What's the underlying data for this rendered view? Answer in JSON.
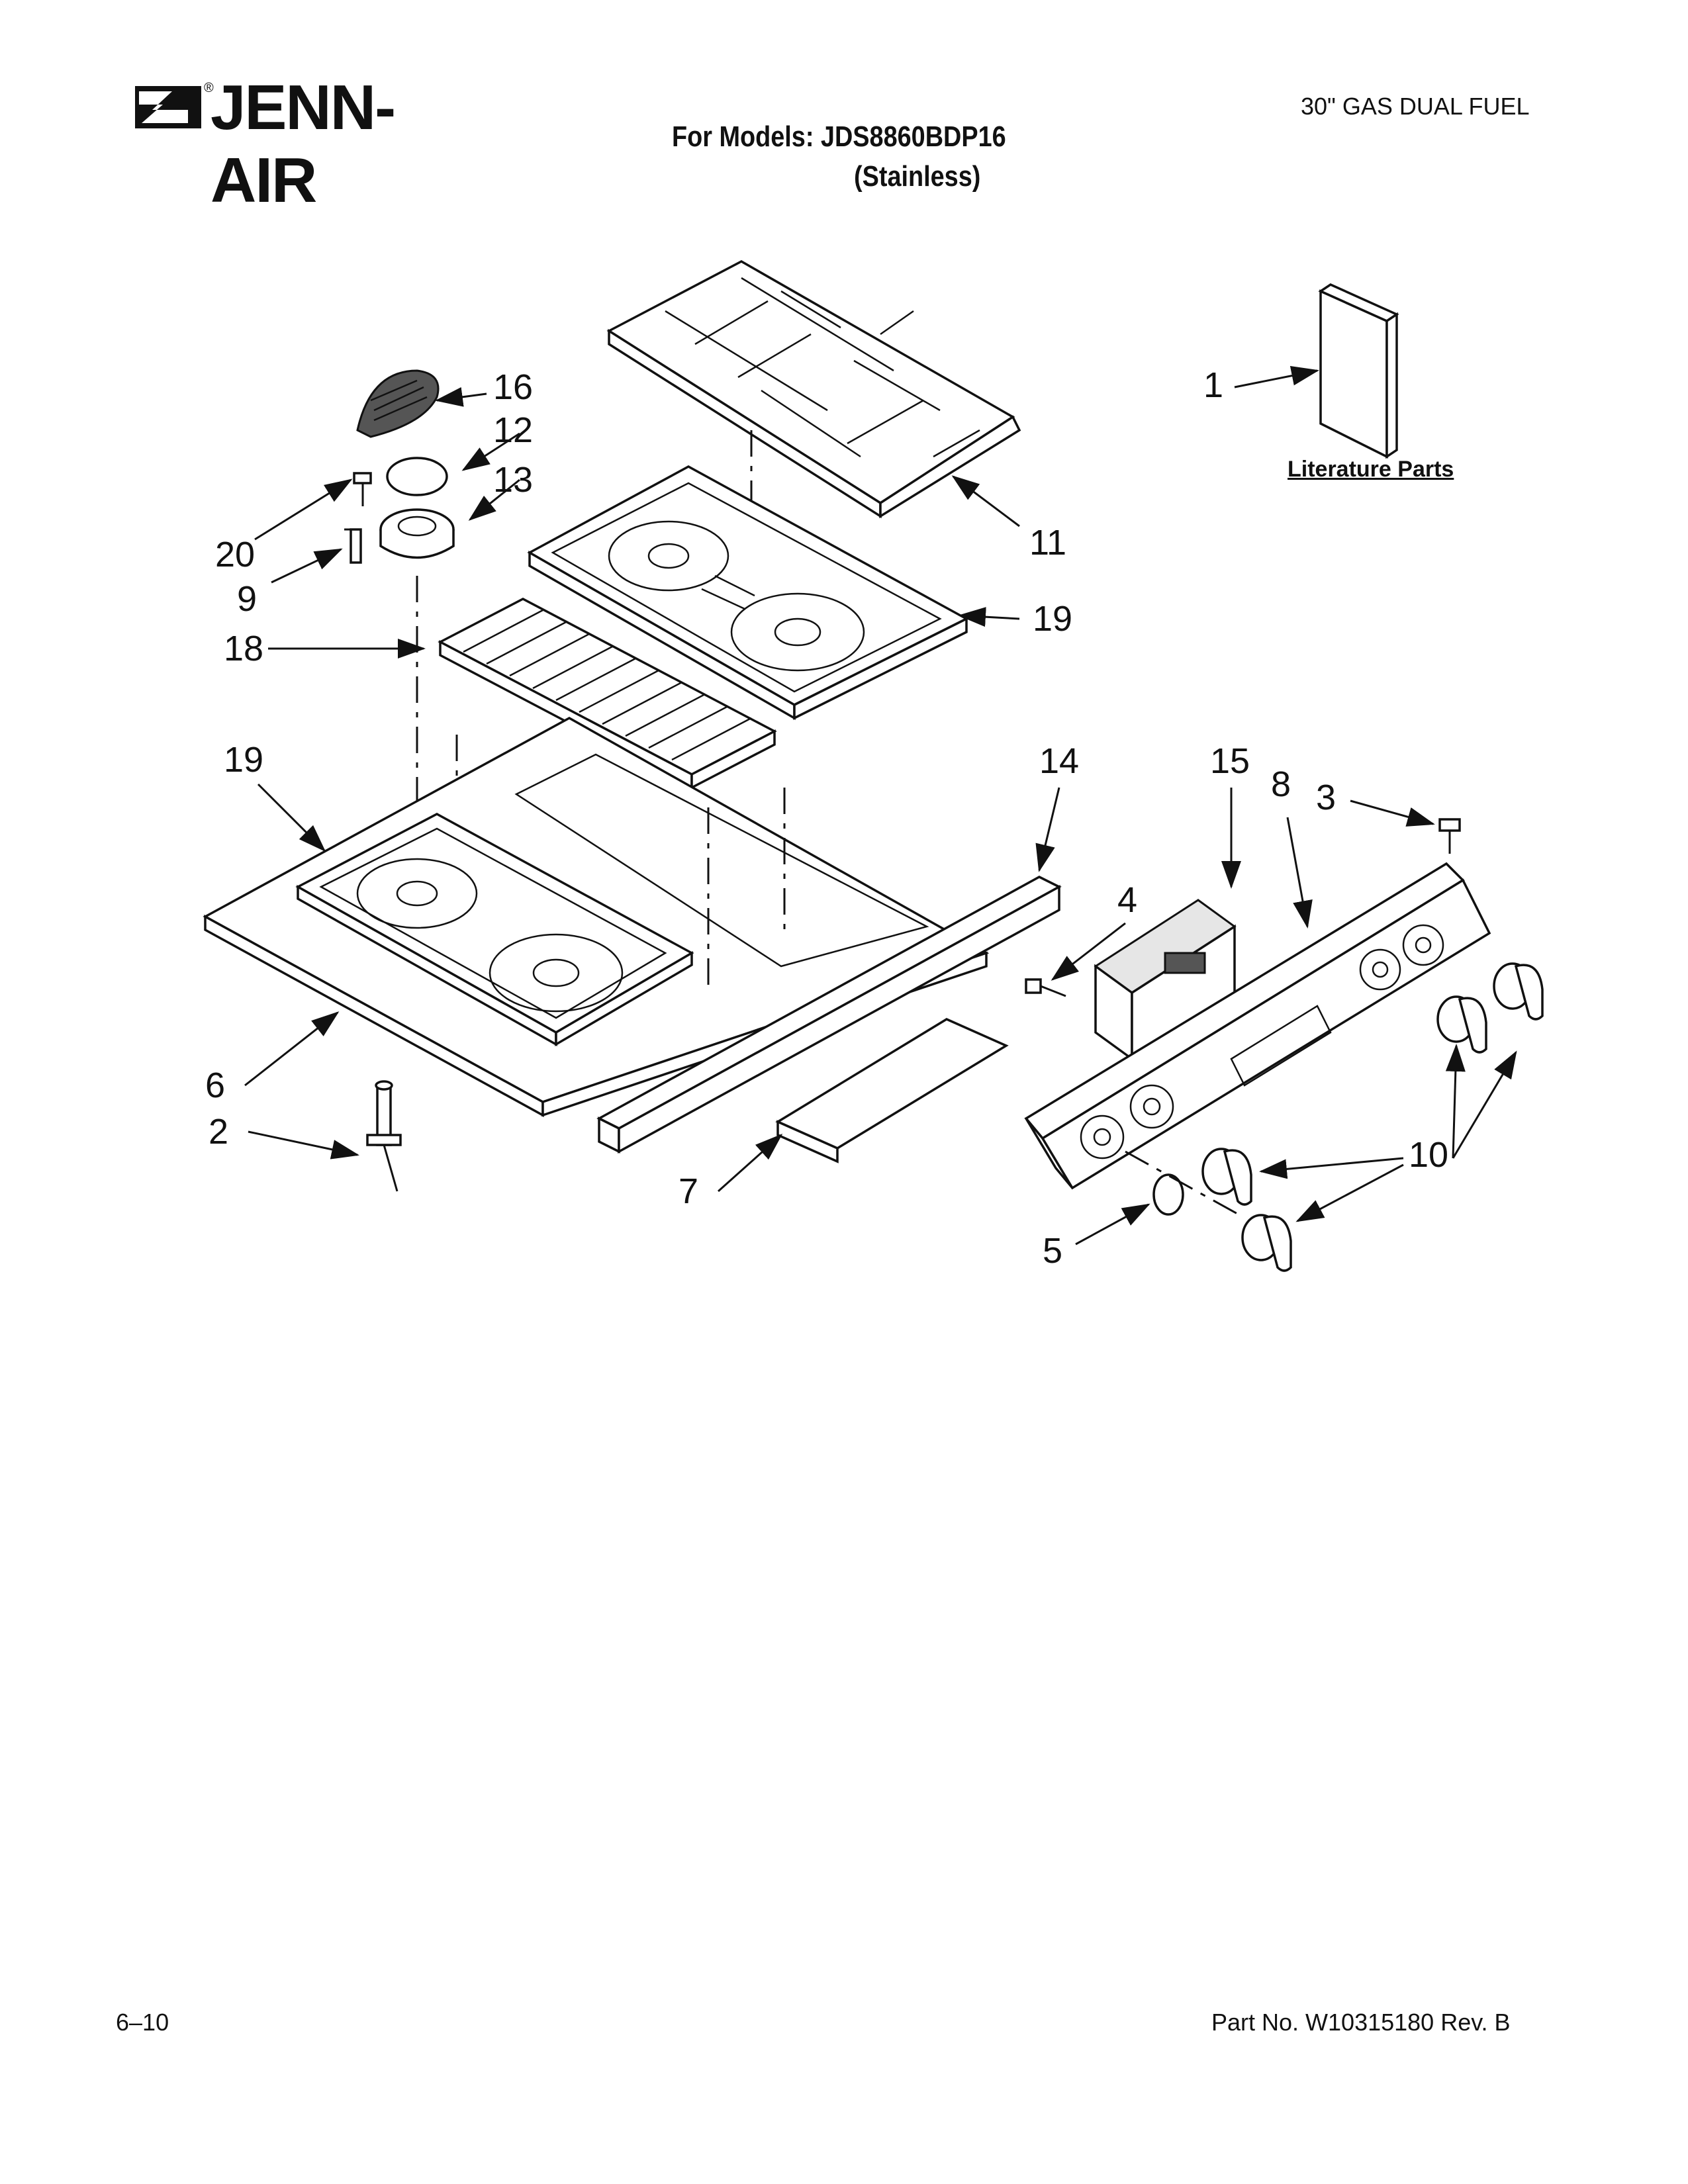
{
  "header": {
    "brand": "JENN-AIR",
    "registered_mark": "®",
    "model_line1": "For Models: JDS8860BDP16",
    "model_line2": "(Stainless)",
    "product_type": "30\" GAS DUAL FUEL"
  },
  "literature_label": "Literature Parts",
  "callouts": {
    "c1": "1",
    "c2": "2",
    "c3": "3",
    "c4": "4",
    "c5": "5",
    "c6": "6",
    "c7": "7",
    "c8": "8",
    "c9": "9",
    "c10": "10",
    "c11": "11",
    "c12": "12",
    "c13": "13",
    "c14": "14",
    "c15": "15",
    "c16": "16",
    "c18": "18",
    "c19a": "19",
    "c19b": "19",
    "c20": "20"
  },
  "footer": {
    "date": "6–10",
    "part_number": "Part No. W10315180 Rev. B"
  }
}
